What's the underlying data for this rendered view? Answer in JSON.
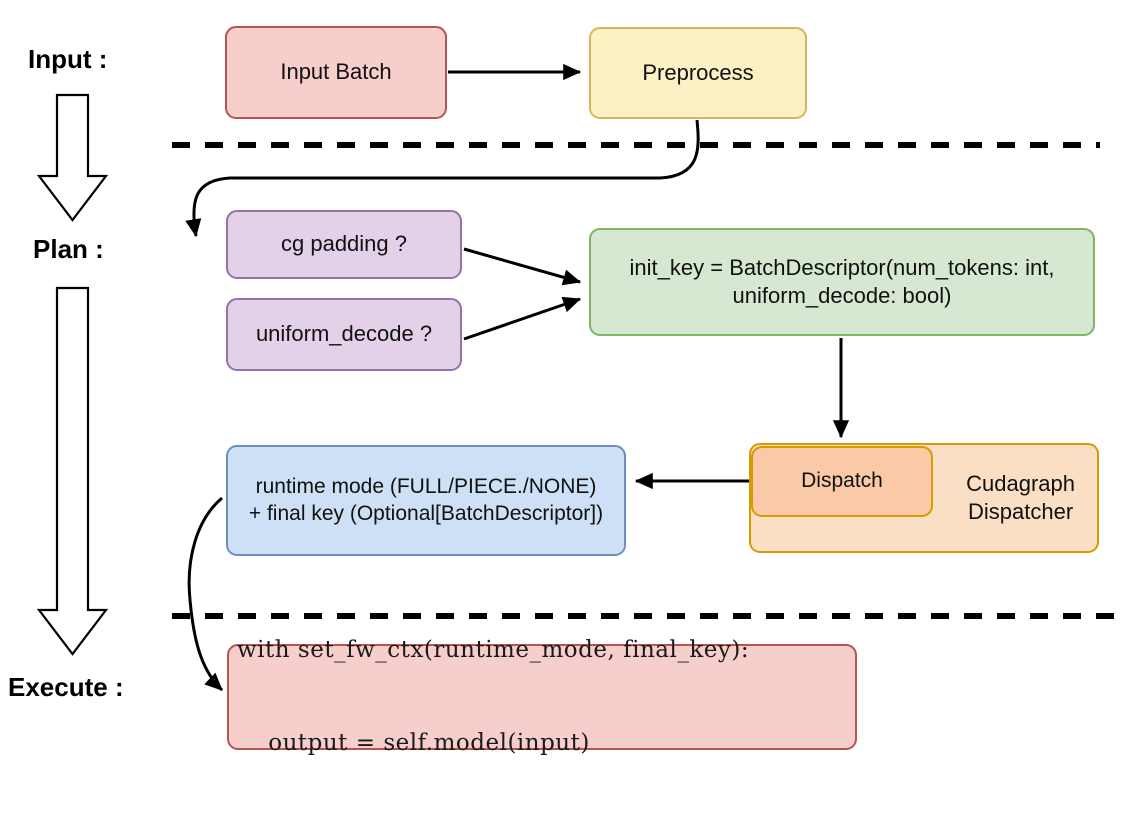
{
  "diagram": {
    "title": "vLLM cudagraph dispatch pipeline",
    "stage_labels": [
      {
        "key": "input",
        "text": "Input :"
      },
      {
        "key": "plan",
        "text": "Plan :"
      },
      {
        "key": "execute",
        "text": "Execute :"
      }
    ],
    "nodes": {
      "input_batch": {
        "label": "Input Batch",
        "fill": "#f6cecb",
        "stroke": "#b85450"
      },
      "preprocess": {
        "label": "Preprocess",
        "fill": "#fdf0c4",
        "stroke": "#d6b656"
      },
      "cg_padding": {
        "label": "cg padding ?",
        "fill": "#e2d1e8",
        "stroke": "#9673a6"
      },
      "uniform_decode": {
        "label": "uniform_decode ?",
        "fill": "#e2d1e8",
        "stroke": "#9673a6"
      },
      "init_key": {
        "line1": "init_key = BatchDescriptor(num_tokens: int,",
        "line2": "uniform_decode: bool)",
        "fill": "#d6e8d1",
        "stroke": "#82b366"
      },
      "dispatch": {
        "label": "Dispatch",
        "fill": "#fac9a8",
        "stroke": "#d79b00"
      },
      "cudagraph_dispatcher": {
        "line1": "Cudagraph",
        "line2": "Dispatcher",
        "fill": "#fbdfc4",
        "stroke": "#d79b00"
      },
      "runtime_mode": {
        "line1": "runtime mode (FULL/PIECE./NONE)",
        "line2": "+ final key (Optional[BatchDescriptor])",
        "fill": "#cde0f5",
        "stroke": "#6c8ebf"
      },
      "execute_code": {
        "line1": "with set_fw_ctx(runtime_mode, final_key):",
        "line2": "    output = self.model(input)",
        "fill": "#f6cecb",
        "stroke": "#b85450"
      }
    },
    "separators": [
      {
        "name": "input-plan-divider",
        "style": "dashed",
        "color": "#000000"
      },
      {
        "name": "plan-execute-divider",
        "style": "dashed",
        "color": "#000000"
      }
    ],
    "flow_arrows": [
      {
        "from": "input_batch",
        "to": "preprocess",
        "style": "straight"
      },
      {
        "from": "preprocess",
        "to": "cg_padding",
        "style": "curved"
      },
      {
        "from": "cg_padding",
        "to": "init_key",
        "style": "straight"
      },
      {
        "from": "uniform_decode",
        "to": "init_key",
        "style": "straight"
      },
      {
        "from": "init_key",
        "to": "dispatch",
        "style": "straight"
      },
      {
        "from": "dispatch",
        "to": "runtime_mode",
        "style": "straight"
      },
      {
        "from": "runtime_mode",
        "to": "execute_code",
        "style": "curved"
      }
    ],
    "stage_arrows": [
      {
        "name": "input-to-plan-block-arrow",
        "direction": "down"
      },
      {
        "name": "plan-to-execute-block-arrow",
        "direction": "down"
      }
    ]
  }
}
